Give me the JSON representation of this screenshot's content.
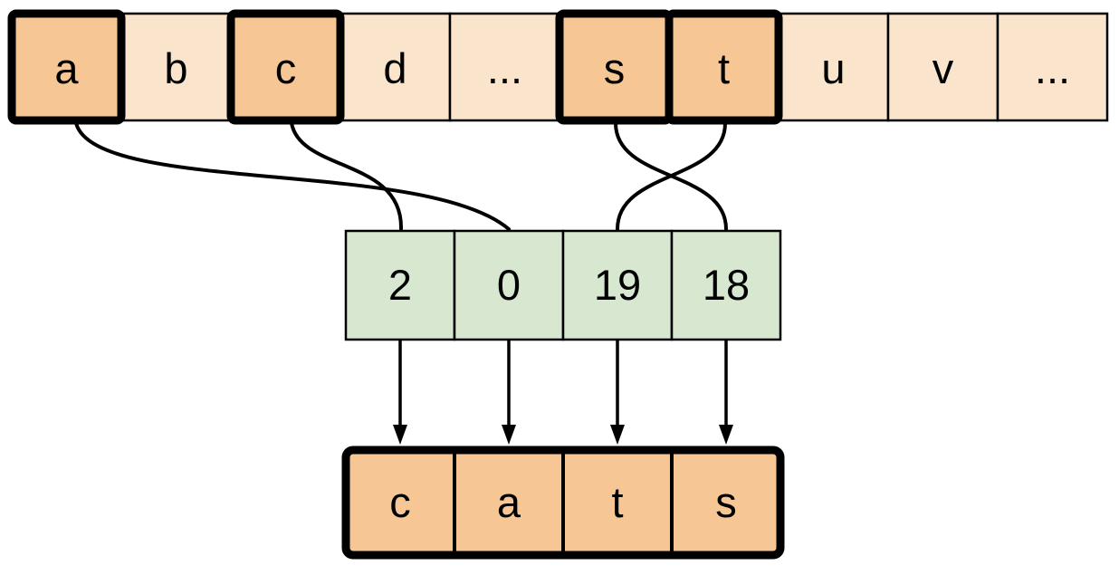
{
  "diagram": {
    "kind": "string-indexing-diagram",
    "alphabet_row": {
      "cells": [
        {
          "label": "a",
          "highlighted": true
        },
        {
          "label": "b",
          "highlighted": false
        },
        {
          "label": "c",
          "highlighted": true
        },
        {
          "label": "d",
          "highlighted": false
        },
        {
          "label": "...",
          "highlighted": false
        },
        {
          "label": "s",
          "highlighted": true
        },
        {
          "label": "t",
          "highlighted": true
        },
        {
          "label": "u",
          "highlighted": false
        },
        {
          "label": "v",
          "highlighted": false
        },
        {
          "label": "...",
          "highlighted": false
        }
      ]
    },
    "index_row": {
      "cells": [
        {
          "label": "2"
        },
        {
          "label": "0"
        },
        {
          "label": "19"
        },
        {
          "label": "18"
        }
      ]
    },
    "output_row": {
      "cells": [
        {
          "label": "c"
        },
        {
          "label": "a"
        },
        {
          "label": "t"
        },
        {
          "label": "s"
        }
      ]
    },
    "mappings": [
      {
        "from_letter": "c",
        "to_index": "2"
      },
      {
        "from_letter": "a",
        "to_index": "0"
      },
      {
        "from_letter": "t",
        "to_index": "19"
      },
      {
        "from_letter": "s",
        "to_index": "18"
      }
    ]
  },
  "colors": {
    "background": "#FFFFFF",
    "plain_fill": "#FAE5CC",
    "highlight_fill": "#F6C794",
    "index_fill": "#D7E7D0",
    "stroke": "#000000"
  }
}
